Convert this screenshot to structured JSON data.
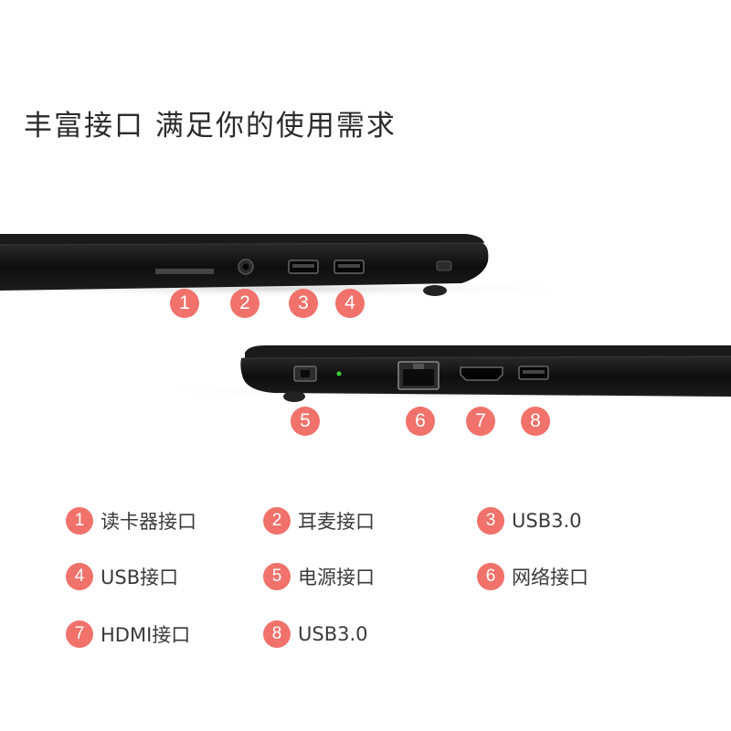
{
  "headline": "丰富接口 满足你的使用需求",
  "top_callouts": [
    "1",
    "2",
    "3",
    "4"
  ],
  "bottom_callouts": [
    "5",
    "6",
    "7",
    "8"
  ],
  "legend": [
    {
      "num": "1",
      "label": "读卡器接口"
    },
    {
      "num": "2",
      "label": "耳麦接口"
    },
    {
      "num": "3",
      "label": "USB3.0"
    },
    {
      "num": "4",
      "label": "USB接口"
    },
    {
      "num": "5",
      "label": "电源接口"
    },
    {
      "num": "6",
      "label": "网络接口"
    },
    {
      "num": "7",
      "label": "HDMI接口"
    },
    {
      "num": "8",
      "label": "USB3.0"
    }
  ],
  "colors": {
    "accent": "#f0726b",
    "laptop_body": "#141414",
    "text": "#3a3a3a"
  }
}
